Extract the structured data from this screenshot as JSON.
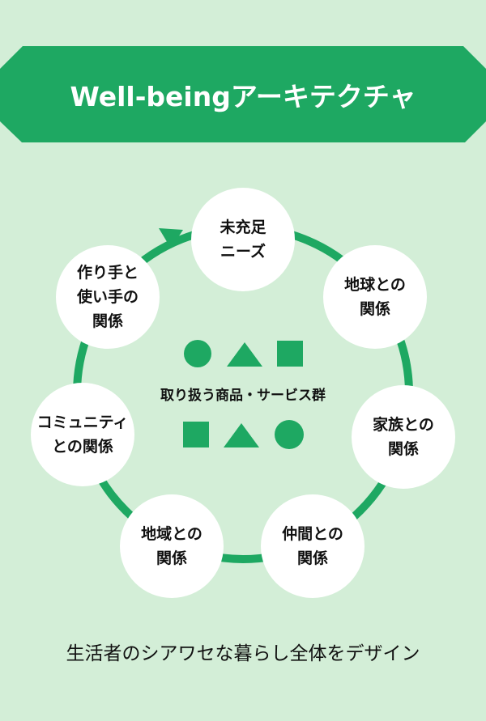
{
  "title": "Well-beingアーキテクチャ",
  "colors": {
    "background": "#d3eed7",
    "accent": "#1ea862",
    "node_fill": "#ffffff",
    "text": "#111111"
  },
  "cycle": {
    "nodes": [
      {
        "lines": [
          "未充足",
          "ニーズ"
        ]
      },
      {
        "lines": [
          "地球との",
          "関係"
        ]
      },
      {
        "lines": [
          "家族との",
          "関係"
        ]
      },
      {
        "lines": [
          "仲間との",
          "関係"
        ]
      },
      {
        "lines": [
          "地域との",
          "関係"
        ]
      },
      {
        "lines": [
          "コミュニティ",
          "との関係"
        ]
      },
      {
        "lines": [
          "作り手と",
          "使い手の",
          "関係"
        ]
      }
    ],
    "direction": "clockwise",
    "arrow": "from 作り手と使い手の関係 to 未充足ニーズ"
  },
  "center": {
    "label": "取り扱う商品・サービス群",
    "shapes_top": [
      "circle-icon",
      "triangle-icon",
      "square-icon"
    ],
    "shapes_bottom": [
      "square-icon",
      "triangle-icon",
      "circle-icon"
    ]
  },
  "footer": "生活者のシアワセな暮らし全体をデザイン"
}
